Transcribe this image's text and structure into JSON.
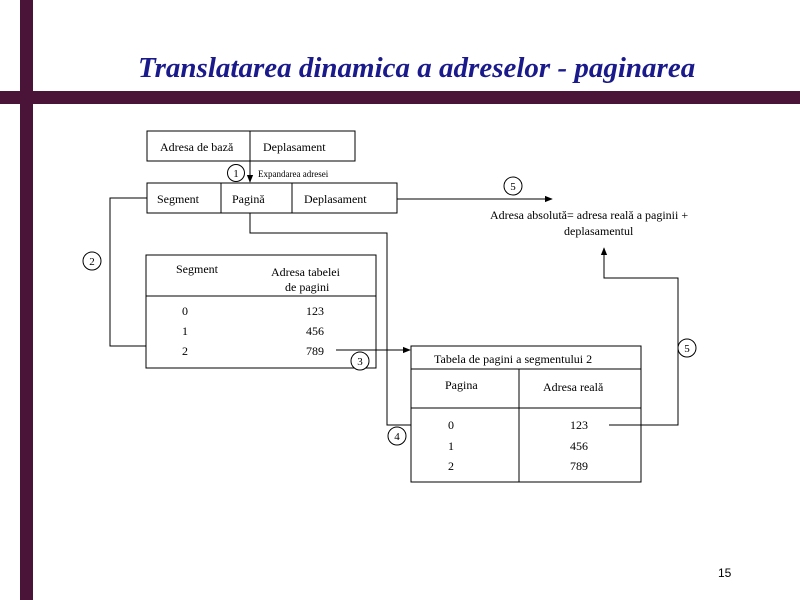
{
  "slide": {
    "title": "Translatarea dinamica a adreselor - paginarea",
    "page_number": "15"
  },
  "diagram": {
    "virtual_address": {
      "base": "Adresa de bază",
      "offset": "Deplasament"
    },
    "expand_label": "Expandarea adresei",
    "expanded_address": {
      "segment": "Segment",
      "page": "Pagină",
      "offset": "Deplasament"
    },
    "absolute_address": {
      "line1": "Adresa  absolută= adresa reală a paginii +",
      "line2": "deplasamentul"
    },
    "segment_table": {
      "col1": "Segment",
      "col2_line1": "Adresa tabelei",
      "col2_line2": "de pagini",
      "rows": [
        {
          "key": "0",
          "value": "123"
        },
        {
          "key": "1",
          "value": "456"
        },
        {
          "key": "2",
          "value": "789"
        }
      ]
    },
    "page_table": {
      "title": "Tabela de pagini a segmentului 2",
      "col1": "Pagina",
      "col2": "Adresa reală",
      "rows": [
        {
          "key": "0",
          "value": "123"
        },
        {
          "key": "1",
          "value": "456"
        },
        {
          "key": "2",
          "value": "789"
        }
      ]
    },
    "steps": [
      "1",
      "2",
      "3",
      "4",
      "5",
      "5"
    ]
  }
}
